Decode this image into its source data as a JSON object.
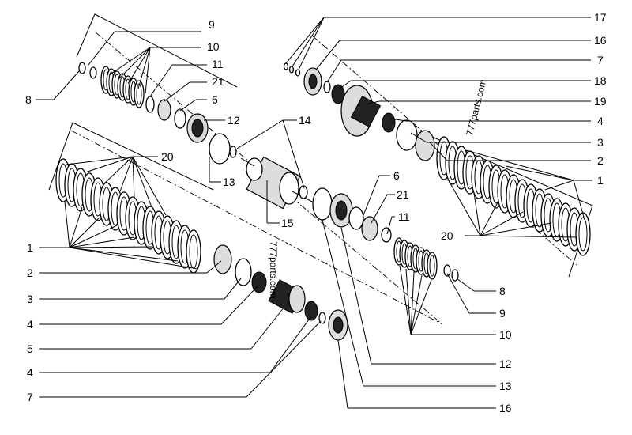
{
  "callouts_left": [
    "8",
    "1",
    "2",
    "3",
    "4",
    "5",
    "4",
    "7"
  ],
  "callouts_upper": [
    "9",
    "10",
    "11",
    "21",
    "6",
    "12",
    "13",
    "20",
    "14",
    "15"
  ],
  "callouts_right": [
    "17",
    "16",
    "7",
    "18",
    "19",
    "4",
    "3",
    "2",
    "1",
    "20",
    "6",
    "21",
    "11",
    "8",
    "9",
    "10",
    "12",
    "13",
    "16"
  ],
  "watermark": "777parts.com",
  "watermark2": "777parts.com"
}
